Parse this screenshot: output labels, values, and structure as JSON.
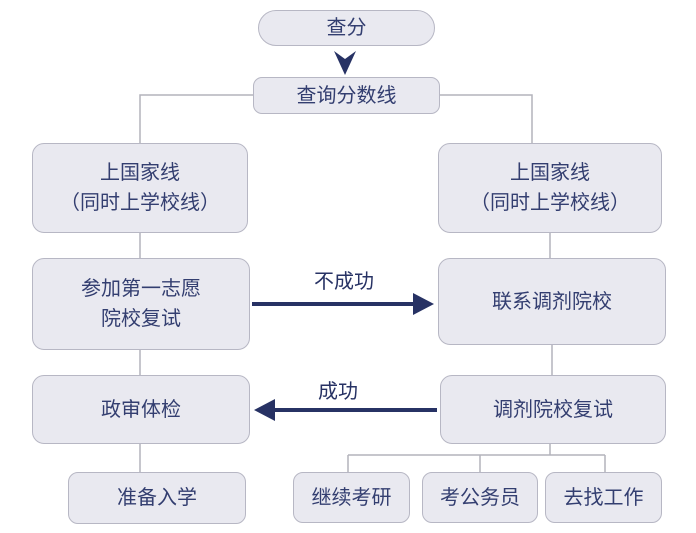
{
  "colors": {
    "background": "#ffffff",
    "node_fill": "#e9e9f0",
    "node_border": "#b7b7c4",
    "node_text": "#333e70",
    "connector": "#b3b3bc",
    "arrow": "#273264"
  },
  "nodes": {
    "check_score": {
      "label": "查分"
    },
    "query_cutoff": {
      "label": "查询分数线"
    },
    "national_line_left": {
      "label": "上国家线\n（同时上学校线）"
    },
    "national_line_right": {
      "label": "上国家线\n（同时上学校线）"
    },
    "first_choice_retest": {
      "label": "参加第一志愿\n院校复试"
    },
    "contact_adjustment": {
      "label": "联系调剂院校"
    },
    "political_review_physical": {
      "label": "政审体检"
    },
    "adjustment_retest": {
      "label": "调剂院校复试"
    },
    "prepare_enrollment": {
      "label": "准备入学"
    },
    "continue_postgrad_exam": {
      "label": "继续考研"
    },
    "civil_service_exam": {
      "label": "考公务员"
    },
    "find_job": {
      "label": "去找工作"
    }
  },
  "edge_labels": {
    "unsuccessful": "不成功",
    "successful": "成功"
  }
}
